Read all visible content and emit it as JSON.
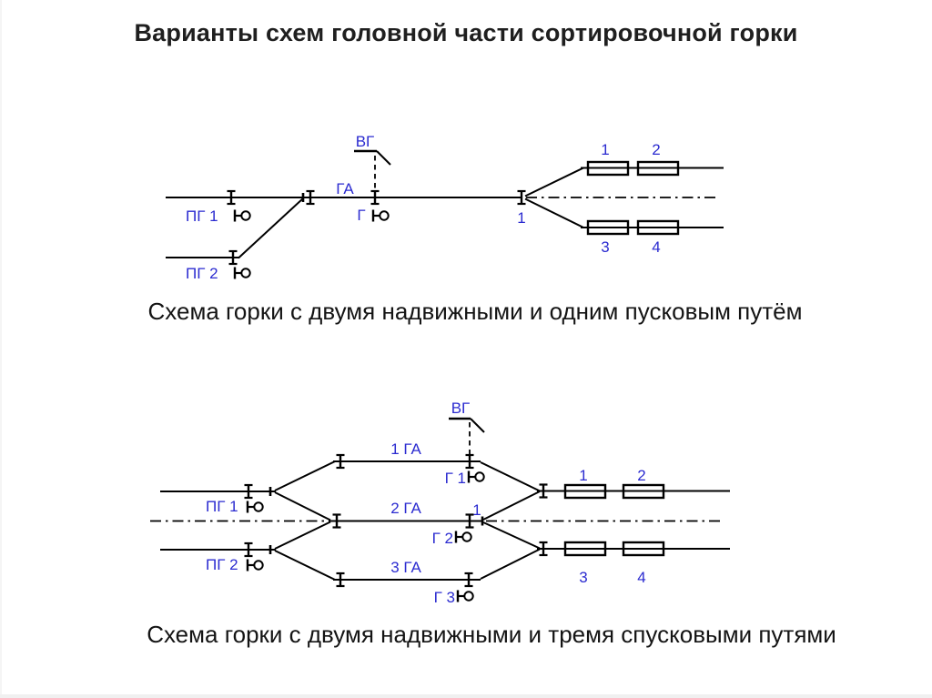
{
  "page": {
    "title": "Варианты схем головной части сортировочной горки",
    "accent_blue": "#2b2bd0",
    "line_color": "#000000",
    "background": "#ffffff"
  },
  "diagram_top": {
    "caption": "Схема горки с двумя надвижными и одним пусковым путём",
    "labels": {
      "vg": "ВГ",
      "ga": "ГА",
      "g": "Г",
      "pg1": "ПГ 1",
      "pg2": "ПГ 2",
      "junction": "1",
      "track1": "1",
      "track2": "2",
      "track3": "3",
      "track4": "4"
    }
  },
  "diagram_bottom": {
    "caption": "Схема горки с двумя надвижными и тремя спусковыми путями",
    "labels": {
      "vg": "ВГ",
      "ga1": "1 ГА",
      "ga2": "2 ГА",
      "ga3": "3 ГА",
      "g1": "Г 1",
      "g2": "Г 2",
      "g3": "Г 3",
      "pg1": "ПГ 1",
      "pg2": "ПГ 2",
      "junction": "1",
      "track1": "1",
      "track2": "2",
      "track3": "3",
      "track4": "4"
    }
  }
}
